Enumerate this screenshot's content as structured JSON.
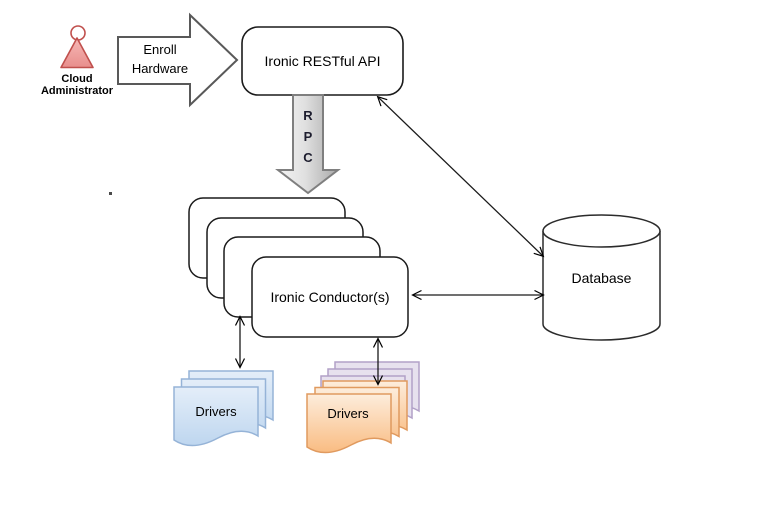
{
  "diagram": {
    "name": "ironic-architecture-diagram",
    "actor": {
      "label_line1": "Cloud",
      "label_line2": "Administrator"
    },
    "enroll_arrow": {
      "label_line1": "Enroll",
      "label_line2": "Hardware"
    },
    "api_box": {
      "label": "Ironic RESTful API"
    },
    "rpc_arrow": {
      "letters": [
        "R",
        "P",
        "C"
      ]
    },
    "conductor": {
      "label": "Ironic Conductor(s)",
      "stack_count": 4
    },
    "database": {
      "label": "Database"
    },
    "drivers_left": {
      "label": "Drivers",
      "sheet_count": 3
    },
    "drivers_right": {
      "label": "Drivers",
      "orange_sheet_count": 3,
      "purple_sheet_count": 3
    },
    "colors": {
      "actor_fill": "#F2A6A4",
      "actor_stroke": "#C0504D",
      "rpc_fill_light": "#F4F4F4",
      "rpc_fill_dark": "#A9A9A9",
      "blue_sheet_fill": "#D9E6F6",
      "blue_sheet_stroke": "#95B3D7",
      "purple_sheet_fill": "#E7E1EE",
      "purple_sheet_stroke": "#B2A1C7",
      "orange_sheet_fill": "#FBD2A4",
      "orange_sheet_stroke": "#E09A5F",
      "outline": "#000000"
    }
  }
}
